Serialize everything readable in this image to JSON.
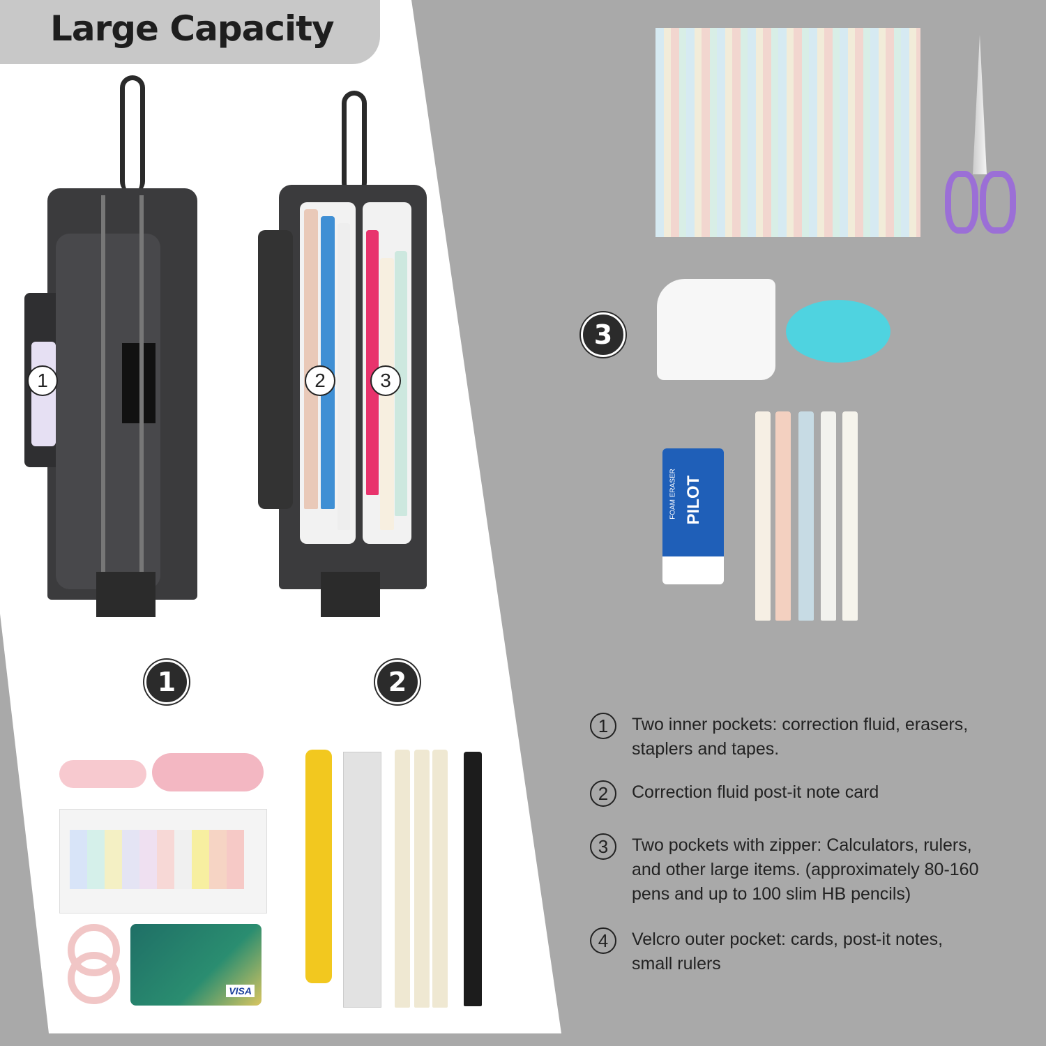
{
  "header": {
    "title": "Large Capacity"
  },
  "case_labels": {
    "left_pocket": "1",
    "middle_pocket": "2",
    "right_pocket": "3"
  },
  "sections": {
    "badge_1": "1",
    "badge_2": "2",
    "badge_3": "3"
  },
  "products": {
    "eraser_brand": "PILOT",
    "eraser_type": "FOAM ERASER",
    "card_brand": "VISA"
  },
  "features": [
    {
      "number": "1",
      "text": "Two inner pockets:  correction fluid, erasers,\nstaplers and tapes."
    },
    {
      "number": "2",
      "text": "Correction fluid post-it note card"
    },
    {
      "number": "3",
      "text": "Two pockets with zipper: Calculators, rulers,\nand other large items. (approximately 80-160\npens and up to 100 slim HB pencils)"
    },
    {
      "number": "4",
      "text": "Velcro outer pocket: cards, post-it notes,\nsmall rulers"
    }
  ],
  "colors": {
    "background": "#a9a9a9",
    "panel": "#ffffff",
    "title_tab": "#c8c8c8",
    "case": "#3b3b3d",
    "scissors": "#9b6fd6",
    "cutter": "#4fd3e0"
  }
}
